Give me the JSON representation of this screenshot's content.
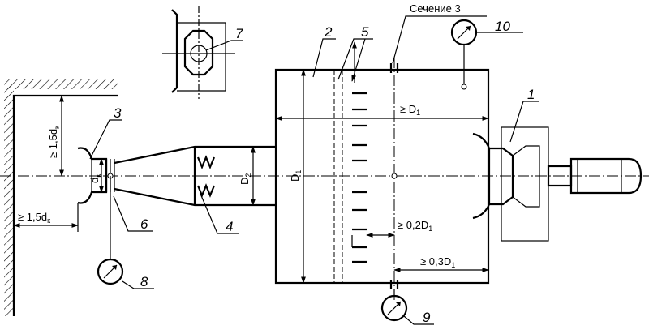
{
  "labels": {
    "n1": "1",
    "n2": "2",
    "n3": "3",
    "n4": "4",
    "n5": "5",
    "n6": "6",
    "n7": "7",
    "n8": "8",
    "n9": "9",
    "n10": "10",
    "section": "Сечение 3"
  },
  "dimensions": {
    "wall_vertical": "≥ 1,5d",
    "wall_horizontal": "≥ 1,5d",
    "dk": "d",
    "d2": "D",
    "d1": "D",
    "length_d1": "≥ D",
    "comb_gap": "≥ 0,2D",
    "section_offset": "≥ 0,3D"
  },
  "subscripts": {
    "k": "к",
    "two": "2",
    "one": "1"
  },
  "colors": {
    "line": "#000000",
    "background": "#ffffff"
  }
}
